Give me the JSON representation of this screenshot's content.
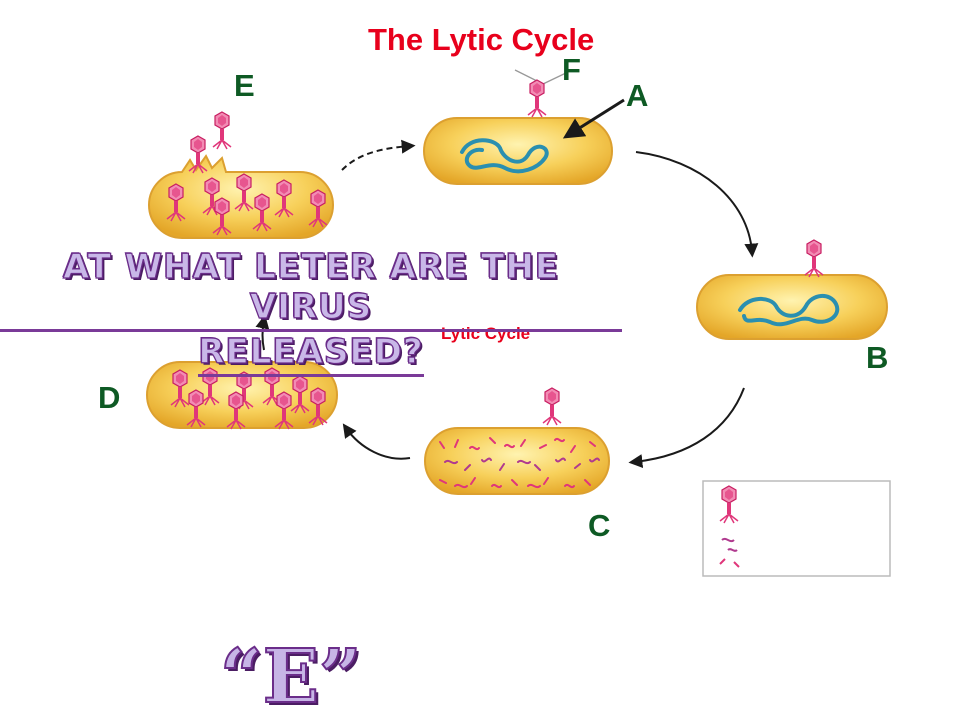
{
  "diagram": {
    "title": "The Lytic  Cycle",
    "labels": {
      "a": "A",
      "b": "B",
      "c": "C",
      "d": "D",
      "e": "E",
      "f": "F"
    },
    "center_label": "Lytic Cycle"
  },
  "question": {
    "line1": "AT WHAT LETER ARE THE VIRUS",
    "line2": "RELEASED?"
  },
  "answer": "“E”",
  "colors": {
    "title": "#e8001c",
    "letters": "#0e5a24",
    "cell_fill": "#f7c94e",
    "cell_edge": "#e0a526",
    "dna": "#2a8fb0",
    "phage": "#e0367a",
    "question_text": "#6b2d8a"
  }
}
